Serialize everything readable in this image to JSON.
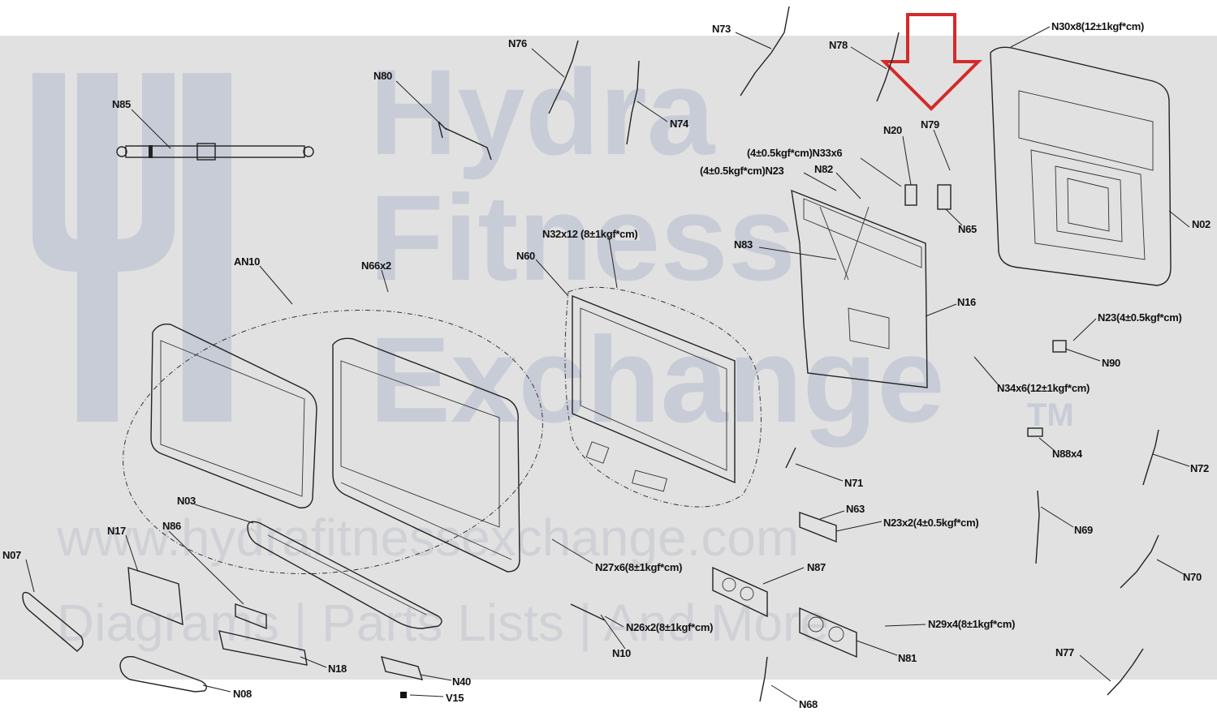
{
  "watermark": {
    "line1": "Hydra",
    "line2": "Fitness",
    "line3": "Exchange",
    "tm": "TM",
    "url": "www.hydrafitnessexchange.com",
    "tagline": "Diagrams | Parts Lists | And More"
  },
  "labels": {
    "N73": "N73",
    "N78": "N78",
    "N30": "N30x8(12±1kgf*cm)",
    "N76": "N76",
    "N80": "N80",
    "N74": "N74",
    "N85": "N85",
    "N20": "N20",
    "N79": "N79",
    "N33": "(4±0.5kgf*cm)N33x6",
    "N23a": "(4±0.5kgf*cm)N23",
    "N82": "N82",
    "N65": "N65",
    "N02": "N02",
    "N32": "N32x12 (8±1kgf*cm)",
    "N60": "N60",
    "N83": "N83",
    "AN10": "AN10",
    "N66": "N66x2",
    "N16": "N16",
    "N23b": "N23(4±0.5kgf*cm)",
    "N90": "N90",
    "N34": "N34x6(12±1kgf*cm)",
    "N88": "N88x4",
    "N72": "N72",
    "N71": "N71",
    "N63": "N63",
    "N23c": "N23x2(4±0.5kgf*cm)",
    "N69": "N69",
    "N03": "N03",
    "N17": "N17",
    "N86": "N86",
    "N07": "N07",
    "N27": "N27x6(8±1kgf*cm)",
    "N87": "N87",
    "N70": "N70",
    "N26": "N26x2(8±1kgf*cm)",
    "N10": "N10",
    "N29": "N29x4(8±1kgf*cm)",
    "N81": "N81",
    "N18": "N18",
    "N77": "N77",
    "N40": "N40",
    "V15": "V15",
    "N08": "N08",
    "N68": "N68"
  },
  "colors": {
    "arrow": "#d42a2a",
    "watermark": "#c8ccd7",
    "band": "#e1e1e1"
  }
}
